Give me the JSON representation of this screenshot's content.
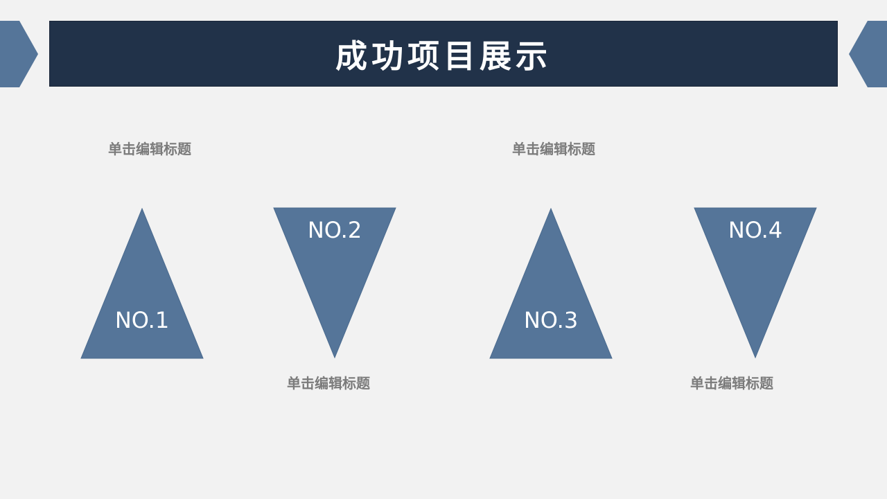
{
  "slide": {
    "title": "成功项目展示",
    "colors": {
      "background": "#f2f2f2",
      "title_bar": "#213249",
      "triangle": "#557599",
      "chevron": "#557599",
      "caption": "#7b7b7b",
      "text_on_shape": "#ffffff"
    }
  },
  "decor": {
    "left_icon": "right-chevron",
    "right_icon": "left-chevron"
  },
  "items": [
    {
      "label": "NO.1",
      "direction": "up",
      "caption": "单击编辑标题"
    },
    {
      "label": "NO.2",
      "direction": "down",
      "caption": "单击编辑标题"
    },
    {
      "label": "NO.3",
      "direction": "up",
      "caption": "单击编辑标题"
    },
    {
      "label": "NO.4",
      "direction": "down",
      "caption": "单击编辑标题"
    }
  ]
}
